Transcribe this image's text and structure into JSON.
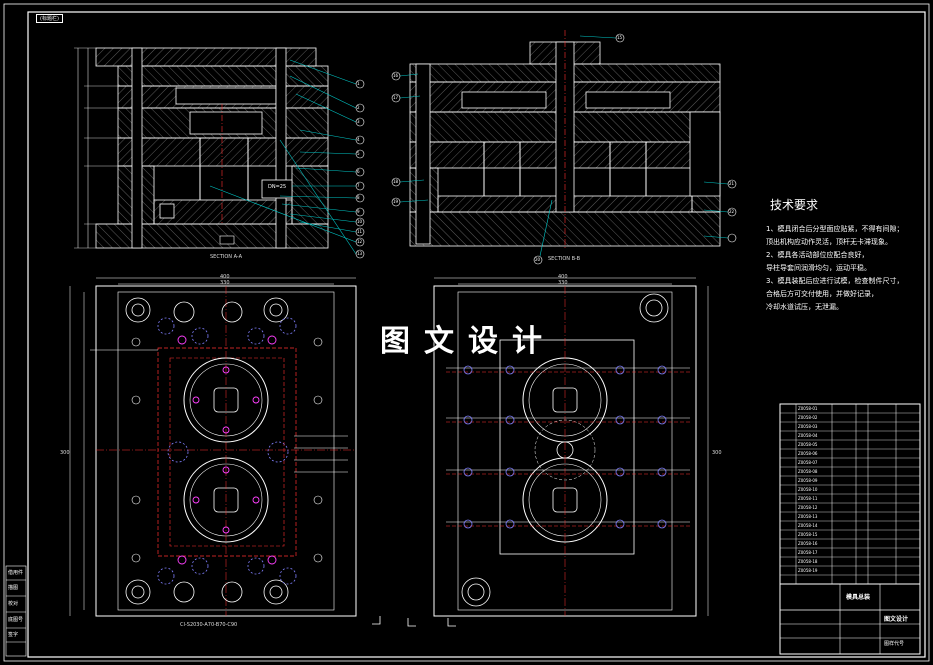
{
  "drawing": {
    "corner_tag": "(标题栏)",
    "section_a_label": "SECTION A-A",
    "section_b_label": "SECTION B-B",
    "bottom_caption": "CI-S2030-A70-B70-C90",
    "watermark": "图文设计"
  },
  "tech_requirements": {
    "title": "技术要求",
    "lines": [
      "1、模具闭合后分型面应贴紧，不得有间隙；",
      "顶出机构应动作灵活，顶杆无卡滞现象。",
      "2、模具各活动部位应配合良好，",
      "导柱导套间润滑均匀，运动平稳。",
      "3、模具装配后应进行试模，检查制件尺寸，",
      "合格后方可交付使用，并做好记录，",
      "冷却水道试压，无泄漏。"
    ]
  },
  "title_block": {
    "table_rows": [
      "Z0058-01",
      "Z0058-02",
      "Z0058-03",
      "Z0058-04",
      "Z0058-05",
      "Z0058-06",
      "Z0058-07",
      "Z0058-08",
      "Z0058-09",
      "Z0058-10",
      "Z0058-11",
      "Z0058-12",
      "Z0058-13",
      "Z0058-14",
      "Z0058-15",
      "Z0058-16",
      "Z0058-17",
      "Z0058-18",
      "Z0058-19"
    ],
    "name_cell": "模具总装",
    "design_cell": "图文设计",
    "drawing_no_cell": "图样代号"
  },
  "left_strip": {
    "labels": [
      "借用件",
      "描图",
      "校对",
      "底图号",
      "签字"
    ]
  },
  "plan_view_left": {
    "dims": [
      "400",
      "330",
      "300"
    ]
  },
  "plan_view_right": {
    "dims": [
      "400",
      "330",
      "300"
    ]
  },
  "callouts": {
    "section_a": [
      "1",
      "2",
      "3",
      "4",
      "5",
      "6",
      "7",
      "8",
      "9",
      "10",
      "11",
      "12",
      "13",
      "14"
    ],
    "section_b": [
      "15",
      "16",
      "17",
      "18",
      "19",
      "20",
      "21",
      "22"
    ],
    "a_note": "DN=25"
  },
  "colors": {
    "background": "#000000",
    "frame": "#ffffff",
    "outline": "#ffffff",
    "hatch": "#b0b0b0",
    "callout": "#00c8c8",
    "hidden": "#ff3030",
    "center": "#ff3030",
    "hole": "#8080ff",
    "highlight": "#ff40ff",
    "dimension": "#ffffff"
  }
}
